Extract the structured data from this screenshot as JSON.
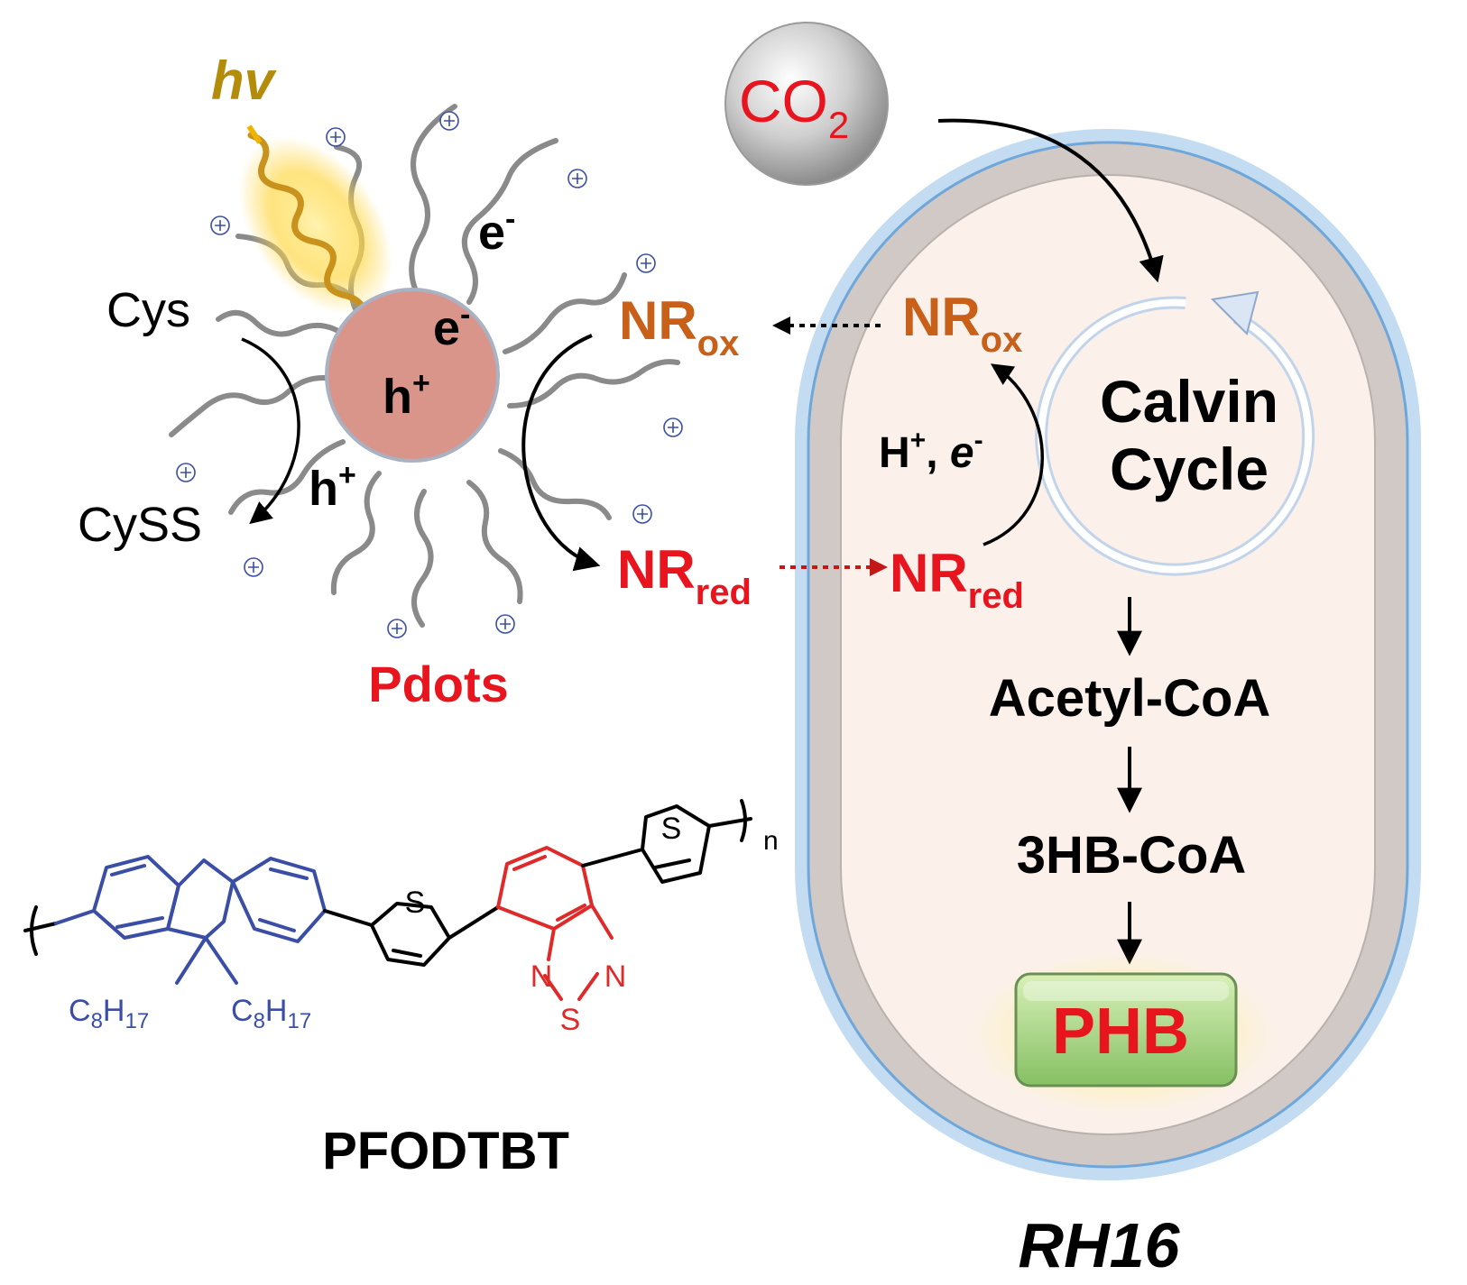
{
  "light": {
    "label": "hv"
  },
  "co2": {
    "base": "CO",
    "sub": "2"
  },
  "pdots": {
    "label": "Pdots",
    "electron_inner": {
      "base": "e",
      "sup": "-"
    },
    "electron_outer": {
      "base": "e",
      "sup": "-"
    },
    "hole_inner": {
      "base": "h",
      "sup": "+"
    },
    "hole_outer": {
      "base": "h",
      "sup": "+"
    }
  },
  "cysteine": {
    "cys": "Cys",
    "cyss": "CySS"
  },
  "left_mediator": {
    "ox": {
      "base": "NR",
      "sub": "ox"
    },
    "red": {
      "base": "NR",
      "sub": "red"
    }
  },
  "cell": {
    "name": "RH16",
    "mediator_ox": {
      "base": "NR",
      "sub": "ox"
    },
    "mediator_red": {
      "base": "NR",
      "sub": "red"
    },
    "proton_electron": {
      "h": "H",
      "hsup": "+",
      "sep": ", ",
      "e": "e",
      "esup": "-"
    },
    "calvin": {
      "line1": "Calvin",
      "line2": "Cycle"
    },
    "pathway": [
      "Acetyl-CoA",
      "3HB-CoA"
    ],
    "product": "PHB"
  },
  "polymer": {
    "name": "PFODTBT",
    "atom_s": "S",
    "atom_n": "N",
    "side_chain": {
      "c": "C",
      "c_sub": "8",
      "h": "H",
      "h_sub": "17"
    },
    "repeat": "n"
  },
  "colors": {
    "orange_nr": "#c8601a",
    "red_nr": "#e8141e",
    "light": "#b48c0c",
    "fluorene_blue": "#3a4ea6",
    "btd_red": "#e02a2a",
    "pdot_fill": "#d9958a",
    "cell_fill": "#fbf1ea",
    "cell_wall": "#d0c9c6",
    "cell_outline": "#6fa7db"
  }
}
